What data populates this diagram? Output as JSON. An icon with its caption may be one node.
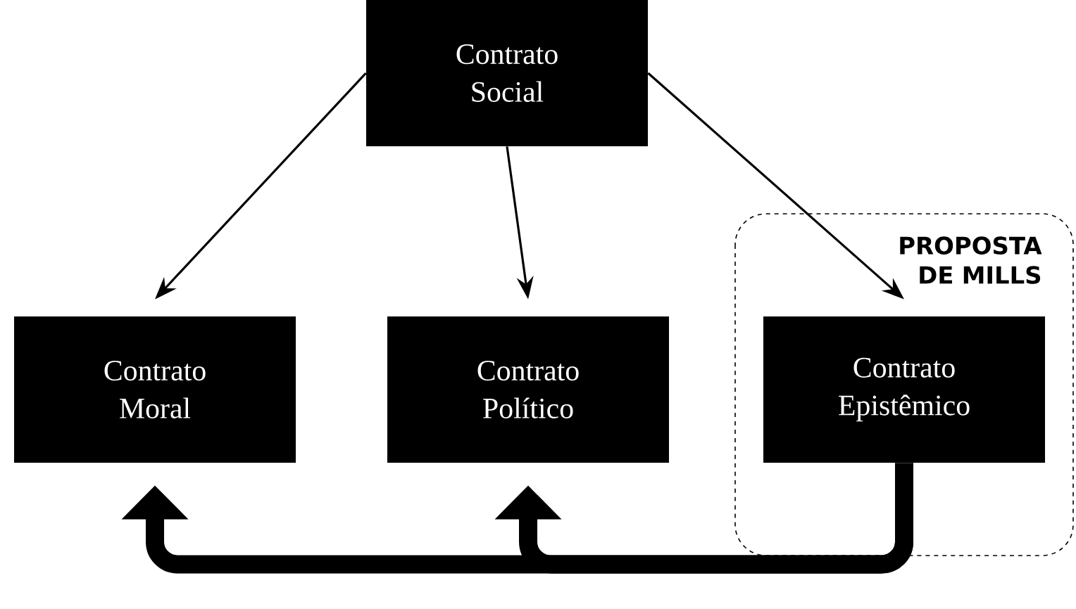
{
  "diagram": {
    "nodes": [
      {
        "text": [
          "Contrato Social"
        ]
      },
      {
        "text": [
          "Contrato Moral"
        ]
      },
      {
        "text": [
          "Contrato Político"
        ]
      },
      {
        "text": [
          "PROPOSTA DE MILLS"
        ]
      },
      {
        "text": [
          "Contrato Epistêmico"
        ],
        "in": 3
      }
    ],
    "edges": [
      {
        "from": 0,
        "to": 1,
        "arrow": "to"
      },
      {
        "from": 0,
        "to": 2,
        "arrow": "to"
      },
      {
        "from": 0,
        "to": 4,
        "arrow": "to"
      },
      {
        "from": 4,
        "to": 1,
        "arrow": "to",
        "style": "thick"
      },
      {
        "from": 4,
        "to": 2,
        "arrow": "to",
        "style": "thick"
      }
    ]
  }
}
